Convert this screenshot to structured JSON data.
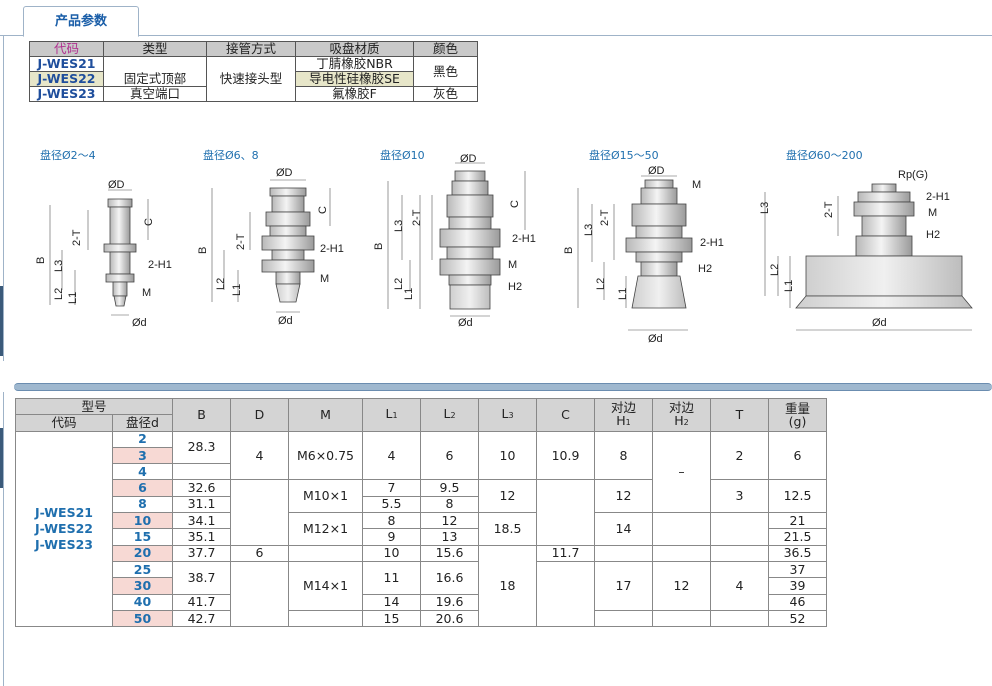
{
  "tab": {
    "label": "产品参数"
  },
  "type_table": {
    "headers": [
      "代码",
      "类型",
      "接管方式",
      "吸盘材质",
      "颜色"
    ],
    "codes": [
      "J-WES21",
      "J-WES22",
      "J-WES23"
    ],
    "type_values": [
      "固定式顶部",
      "真空端口"
    ],
    "connection": "快速接头型",
    "materials": [
      "丁腈橡胶NBR",
      "导电性硅橡胶SE",
      "氟橡胶F"
    ],
    "colors": [
      "黑色",
      "灰色"
    ]
  },
  "diagrams": [
    {
      "caption": "盘径Ø2～4",
      "labels": [
        "ØD",
        "B",
        "2-T",
        "C",
        "L3",
        "L2",
        "L1",
        "2-H1",
        "M",
        "Ød"
      ]
    },
    {
      "caption": "盘径Ø6、8",
      "labels": [
        "ØD",
        "B",
        "2-T",
        "C",
        "L2",
        "L1",
        "2-H1",
        "M",
        "Ød"
      ]
    },
    {
      "caption": "盘径Ø10",
      "labels": [
        "ØD",
        "B",
        "2-T",
        "C",
        "L3",
        "L2",
        "L1",
        "2-H1",
        "M",
        "H2",
        "Ød"
      ]
    },
    {
      "caption": "盘径Ø15～50",
      "labels": [
        "ØD",
        "B",
        "2-T",
        "L3",
        "L2",
        "L1",
        "M",
        "2-H1",
        "H2",
        "Ød"
      ]
    },
    {
      "caption": "盘径Ø60～200",
      "labels": [
        "Rp(G)",
        "2-H1",
        "M",
        "H2",
        "L3",
        "2-T",
        "L2",
        "L1",
        "Ød"
      ]
    }
  ],
  "spec_table": {
    "group_header": "型号",
    "sub_headers": [
      "代码",
      "盘径d"
    ],
    "columns": [
      "B",
      "D",
      "M",
      "L1",
      "L2",
      "L3",
      "C",
      "对边",
      "H1",
      "对边",
      "H2",
      "T",
      "重量",
      "(g)"
    ],
    "codes": [
      "J-WES21",
      "J-WES22",
      "J-WES23"
    ],
    "diameters": [
      "2",
      "3",
      "4",
      "6",
      "8",
      "10",
      "15",
      "20",
      "25",
      "30",
      "40",
      "50"
    ],
    "B": [
      "28.3",
      "32.6",
      "31.1",
      "34.1",
      "35.1",
      "37.7",
      "38.7",
      "41.7",
      "42.7"
    ],
    "D": [
      "4",
      "6"
    ],
    "M": [
      "M6×0.75",
      "M10×1",
      "M12×1",
      "M14×1"
    ],
    "L1": [
      "4",
      "7",
      "5.5",
      "8",
      "9",
      "10",
      "11",
      "14",
      "15"
    ],
    "L2": [
      "6",
      "9.5",
      "8",
      "12",
      "13",
      "15.6",
      "16.6",
      "19.6",
      "20.6"
    ],
    "L3": [
      "10",
      "12",
      "18.5",
      "18"
    ],
    "C": [
      "10.9",
      "11.7"
    ],
    "H1": [
      "8",
      "12",
      "14",
      "17"
    ],
    "H2": [
      "–",
      "12"
    ],
    "T": [
      "2",
      "3",
      "4"
    ],
    "weight": [
      "6",
      "12.5",
      "21",
      "21.5",
      "36.5",
      "37",
      "39",
      "46",
      "52"
    ]
  }
}
